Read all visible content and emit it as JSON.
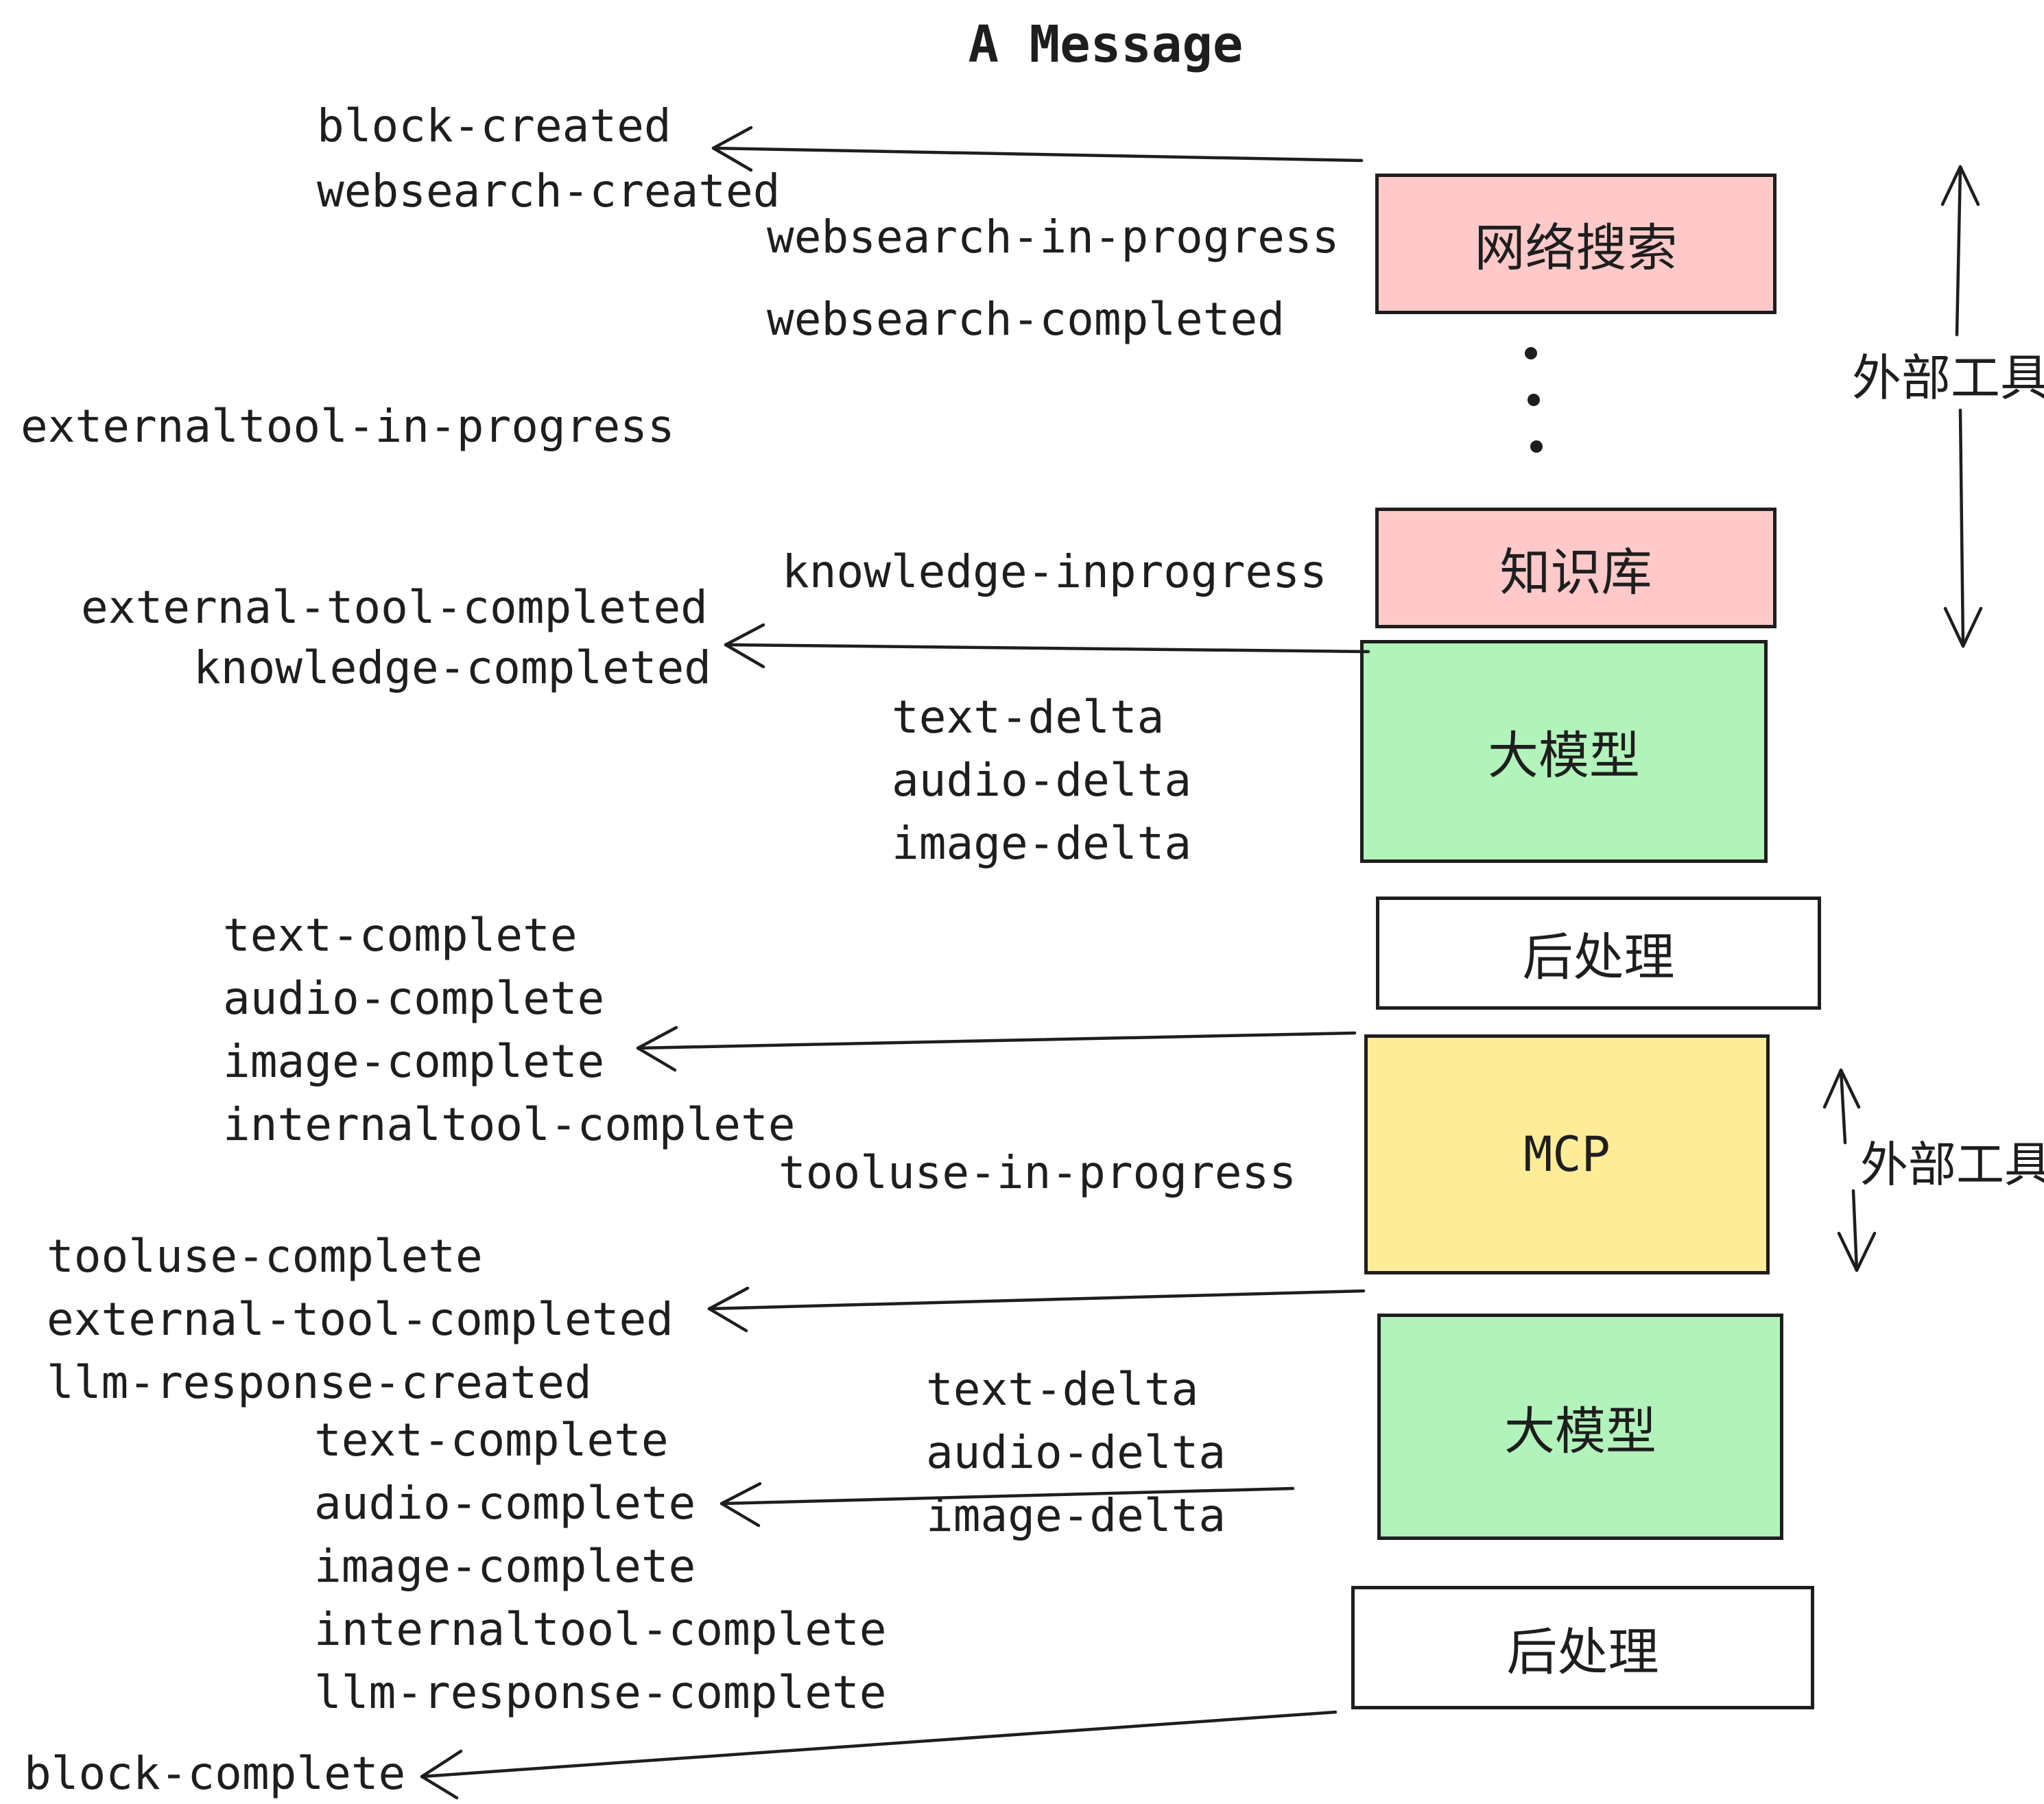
{
  "title": "A Message",
  "colors": {
    "ink": "#1e1e1e",
    "box_border": "#1e1e1e",
    "pink_fill": "#ffc9c9",
    "green_fill": "#b2f2bb",
    "yellow_fill": "#ffec99",
    "white_fill": "#ffffff",
    "background": "#ffffff"
  },
  "nodes": [
    {
      "label": "网络搜索",
      "color": "#ffc9c9"
    },
    {
      "label": "知识库",
      "color": "#ffc9c9"
    },
    {
      "label": "大模型",
      "color": "#b2f2bb"
    },
    {
      "label": "后处理",
      "color": "#ffffff"
    },
    {
      "label": "MCP",
      "color": "#ffec99"
    },
    {
      "label": "大模型",
      "color": "#b2f2bb"
    },
    {
      "label": "后处理",
      "color": "#ffffff"
    }
  ],
  "side_labels": {
    "external_tool_top": "外部工具",
    "external_tool_mcp": "外部工具"
  },
  "events": {
    "block_created": "block-created",
    "websearch_created": "websearch-created",
    "websearch_in_progress": "websearch-in-progress",
    "websearch_completed": "websearch-completed",
    "externaltool_in_progress": "externaltool-in-progress",
    "knowledge_inprogress": "knowledge-inprogress",
    "external_tool_completed": "external-tool-completed",
    "knowledge_completed": "knowledge-completed",
    "text_delta": "text-delta",
    "audio_delta": "audio-delta",
    "image_delta": "image-delta",
    "text_complete": "text-complete",
    "audio_complete": "audio-complete",
    "image_complete": "image-complete",
    "internaltool_complete": "internaltool-complete",
    "tooluse_in_progress": "tooluse-in-progress",
    "tooluse_complete": "tooluse-complete",
    "llm_response_created": "llm-response-created",
    "llm_response_complete": "llm-response-complete",
    "block_complete": "block-complete"
  }
}
